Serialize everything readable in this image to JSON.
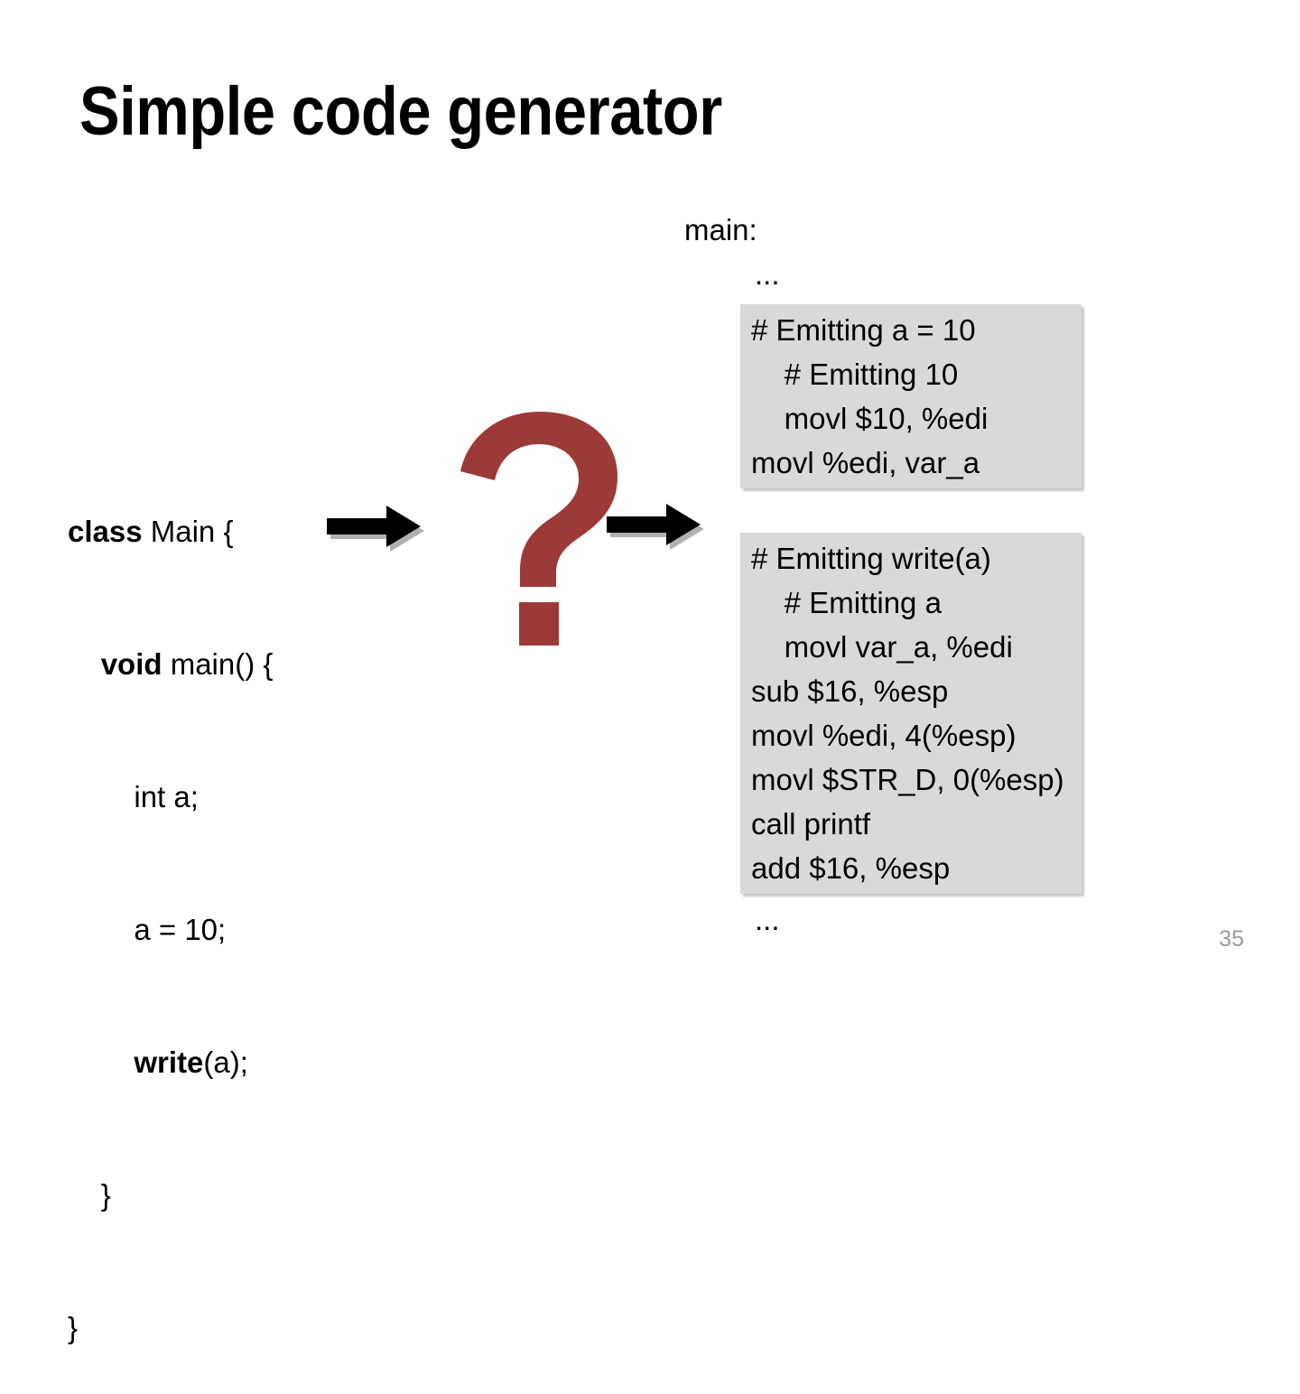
{
  "slide": {
    "title": "Simple code generator",
    "page_number": "35",
    "colors": {
      "question_mark": "#9c3a38",
      "code_block_background": "#d9d9d9",
      "arrow": "#000000",
      "page_number": "#9a9a9a",
      "background": "#ffffff"
    }
  },
  "source_code": {
    "lines": [
      {
        "indent": 0,
        "keyword": "class",
        "rest": " Main {"
      },
      {
        "indent": 1,
        "keyword": "void",
        "rest": " main() {"
      },
      {
        "indent": 2,
        "keyword": "",
        "rest": "int a;"
      },
      {
        "indent": 2,
        "keyword": "",
        "rest": "a = 10;"
      },
      {
        "indent": 2,
        "keyword": "write",
        "rest": "(a);"
      },
      {
        "indent": 1,
        "keyword": "",
        "rest": "}"
      },
      {
        "indent": 0,
        "keyword": "",
        "rest": "}"
      }
    ]
  },
  "assembly": {
    "label": "main:",
    "ellipsis_top": "...",
    "ellipsis_bottom": "...",
    "block_1": {
      "lines": [
        "# Emitting a = 10",
        "    # Emitting 10",
        "    movl $10, %edi",
        "movl %edi, var_a"
      ]
    },
    "block_2": {
      "lines": [
        "# Emitting write(a)",
        "    # Emitting a",
        "    movl var_a, %edi",
        "sub $16, %esp",
        "movl %edi, 4(%esp)",
        "movl $STR_D, 0(%esp)",
        "call printf",
        "add $16, %esp"
      ]
    }
  },
  "icons": {
    "question_mark": "question-mark-icon",
    "arrow_1": "right-arrow-icon",
    "arrow_2": "right-arrow-icon"
  }
}
